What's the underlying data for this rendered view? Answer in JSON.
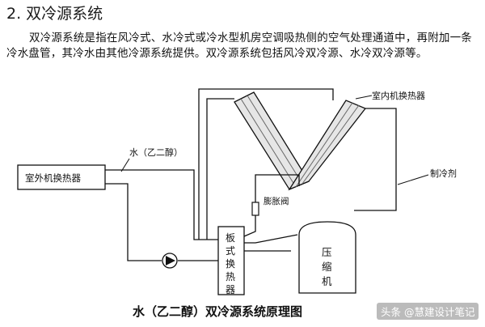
{
  "heading": "2. 双冷源系统",
  "paragraph": "双冷源系统是指在风冷式、水冷式或冷水型机房空调吸热侧的空气处理通道中，再附加一条冷水盘管，其冷水由其他冷源系统提供。双冷源系统包括风冷双冷源、水冷双冷源等。",
  "diagram": {
    "outdoor_unit": "室外机换热器",
    "water_label": "水（乙二醇）",
    "indoor_unit": "室内机换热器",
    "refrigerant_label": "制冷剂",
    "expansion_valve": "膨胀阀",
    "plate_hx": [
      "板",
      "式",
      "换",
      "热",
      "器"
    ],
    "compressor": [
      "压",
      "缩",
      "机"
    ]
  },
  "caption": "水（乙二醇）双冷源系统原理图",
  "watermark": "头条 @慧建设计笔记"
}
